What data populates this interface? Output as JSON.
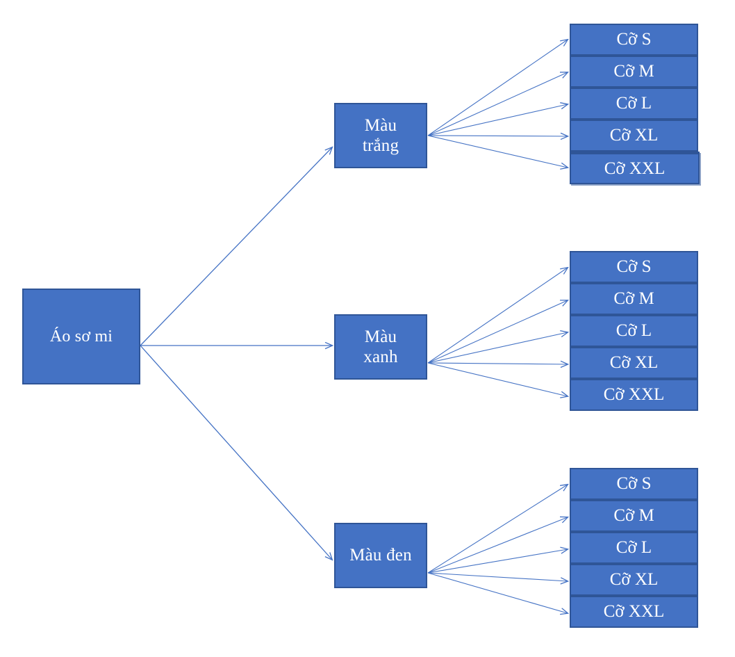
{
  "diagram": {
    "title": "Ao so mi product variant tree",
    "colors": {
      "node_fill": "#4472C4",
      "node_border": "#2F5597",
      "node_text": "#FFFFFF",
      "edge": "#4472C4",
      "background": "#FFFFFF"
    },
    "root": {
      "label": "Áo sơ mi"
    },
    "branches": [
      {
        "label": "Màu\ntrắng",
        "label_plain": "Màu trắng",
        "sizes": [
          "Cỡ S",
          "Cỡ M",
          "Cỡ L",
          "Cỡ XL",
          "Cỡ XXL"
        ]
      },
      {
        "label": "Màu\nxanh",
        "label_plain": "Màu xanh",
        "sizes": [
          "Cỡ S",
          "Cỡ M",
          "Cỡ L",
          "Cỡ XL",
          "Cỡ XXL"
        ]
      },
      {
        "label": "Màu đen",
        "label_plain": "Màu đen",
        "sizes": [
          "Cỡ S",
          "Cỡ M",
          "Cỡ L",
          "Cỡ XL",
          "Cỡ XXL"
        ]
      }
    ]
  }
}
